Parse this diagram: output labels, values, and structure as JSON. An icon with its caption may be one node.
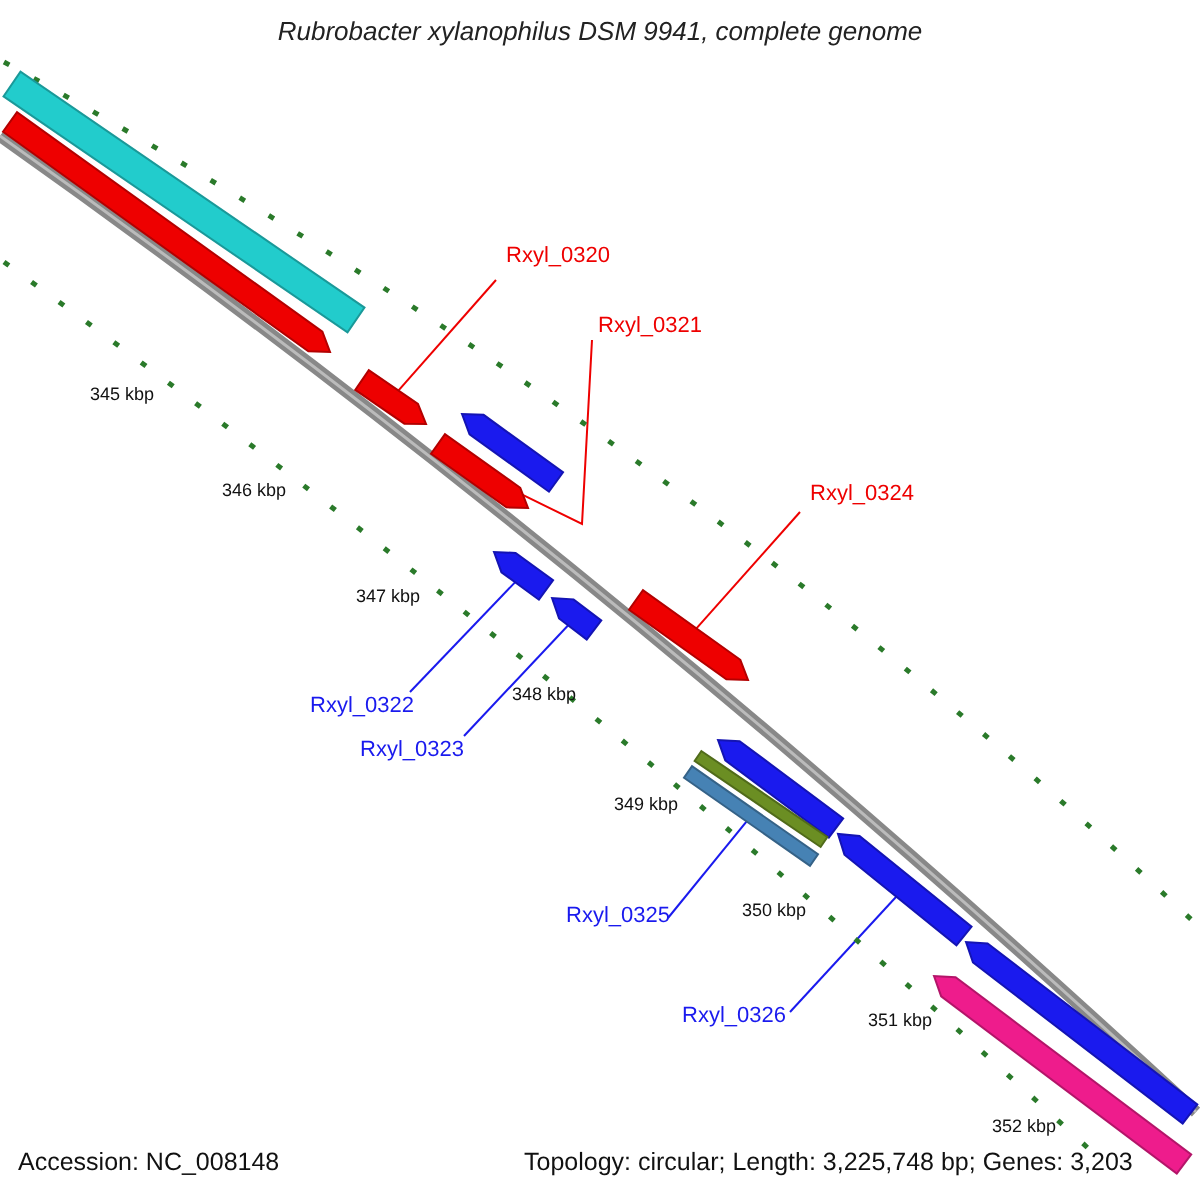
{
  "diagram": {
    "title": "Rubrobacter xylanophilus DSM 9941, complete genome",
    "nodes": [
      {
        "text": [
          "Rxyl_0320"
        ]
      },
      {
        "text": [
          "Rxyl_0321"
        ]
      },
      {
        "text": [
          "Rxyl_0324"
        ]
      },
      {
        "text": [
          "Rxyl_0322"
        ]
      },
      {
        "text": [
          "Rxyl_0323"
        ]
      },
      {
        "text": [
          "Rxyl_0325"
        ]
      },
      {
        "text": [
          "Rxyl_0326"
        ]
      },
      {
        "text": [],
        "shape": "bar"
      },
      {
        "text": [],
        "shape": "bar"
      },
      {
        "text": [],
        "shape": "bar"
      },
      {
        "text": [],
        "shape": "bar"
      },
      {
        "text": [],
        "shape": "bar"
      },
      {
        "text": [],
        "shape": "bar"
      },
      {
        "text": [],
        "shape": "bar"
      },
      {
        "text": [],
        "shape": "bar"
      },
      {
        "text": [],
        "shape": "bar"
      },
      {
        "text": [],
        "shape": "bar"
      },
      {
        "text": [],
        "shape": "bar"
      },
      {
        "text": [],
        "shape": "bar"
      },
      {
        "text": [],
        "shape": "bar"
      },
      {
        "text": [],
        "shape": "bar"
      }
    ],
    "edges": [
      {
        "from": 0,
        "to": 7,
        "arrow": "none",
        "color": "#ee0000"
      },
      {
        "from": 1,
        "to": 8,
        "arrow": "none",
        "color": "#ee0000"
      },
      {
        "from": 2,
        "to": 9,
        "arrow": "none",
        "color": "#ee0000"
      },
      {
        "from": 3,
        "to": 10,
        "arrow": "none"
      },
      {
        "from": 4,
        "to": 11,
        "arrow": "none"
      },
      {
        "from": 5,
        "to": 12,
        "arrow": "none"
      },
      {
        "from": 6,
        "to": 13,
        "arrow": "none"
      }
    ],
    "labels": [
      "345 kbp",
      "346 kbp",
      "347 kbp",
      "348 kbp",
      "349 kbp",
      "350 kbp",
      "351 kbp",
      "352 kbp",
      "Accession: NC_008148",
      "Topology: circular; Length: 3,225,748 bp; Genes: 3,203"
    ]
  }
}
